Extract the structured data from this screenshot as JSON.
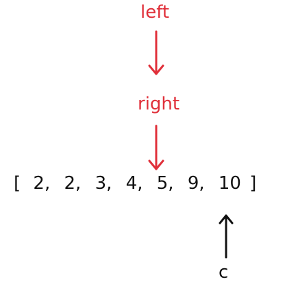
{
  "labels": {
    "left": "left",
    "right": "right",
    "c": "c"
  },
  "array": {
    "open": "[",
    "close": "]",
    "values": [
      "2",
      "2",
      "3",
      "4",
      "5",
      "9",
      "10"
    ],
    "separator": ","
  },
  "colors": {
    "pointer_red": "#e0303a",
    "pointer_black": "#111111"
  }
}
